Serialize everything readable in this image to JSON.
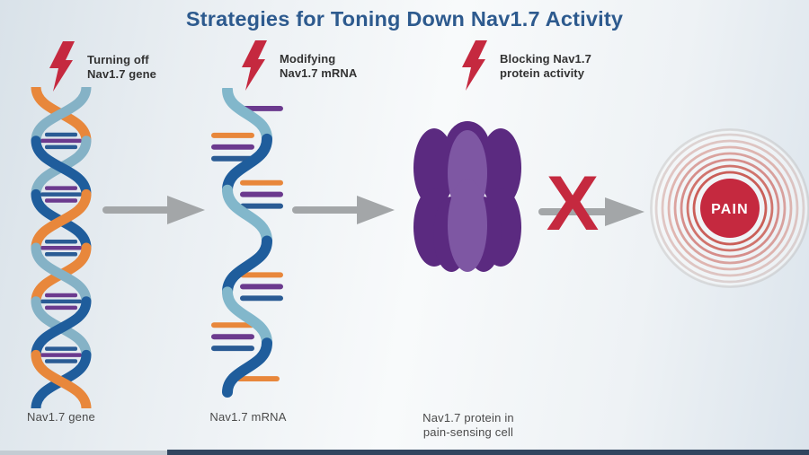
{
  "title": "Strategies for Toning Down Nav1.7 Activity",
  "strategies": [
    {
      "line1": "Turning off",
      "line2": "Nav1.7 gene"
    },
    {
      "line1": "Modifying",
      "line2": "Nav1.7 mRNA"
    },
    {
      "line1": "Blocking Nav1.7",
      "line2": "protein activity"
    }
  ],
  "stages": [
    {
      "caption": "Nav1.7 gene"
    },
    {
      "caption": "Nav1.7 mRNA"
    },
    {
      "caption_line1": "Nav1.7 protein in",
      "caption_line2": "pain-sensing cell"
    }
  ],
  "pain": {
    "label": "PAIN"
  },
  "block": {
    "symbol": "X"
  },
  "icons": {
    "lightning-bolt-icon": "⚡",
    "arrow-right-icon": "➤",
    "block-x-icon": "✕",
    "pain-ripple-icon": "◎"
  },
  "colors": {
    "title_blue": "#2d5a8e",
    "accent_red": "#c5293f",
    "protein_purple_dark": "#5b2a80",
    "protein_purple_light": "#7e57a3",
    "dna_orange": "#e8873b",
    "dna_steel_blue": "#85b2c6",
    "dna_navy": "#1f5d9c",
    "rung_purple": "#6b3a8e",
    "rung_navy": "#2a5b94",
    "arrow_gray": "#a3a6a8",
    "footer_navy": "#31455f",
    "footer_gray": "#c4ccd3"
  }
}
